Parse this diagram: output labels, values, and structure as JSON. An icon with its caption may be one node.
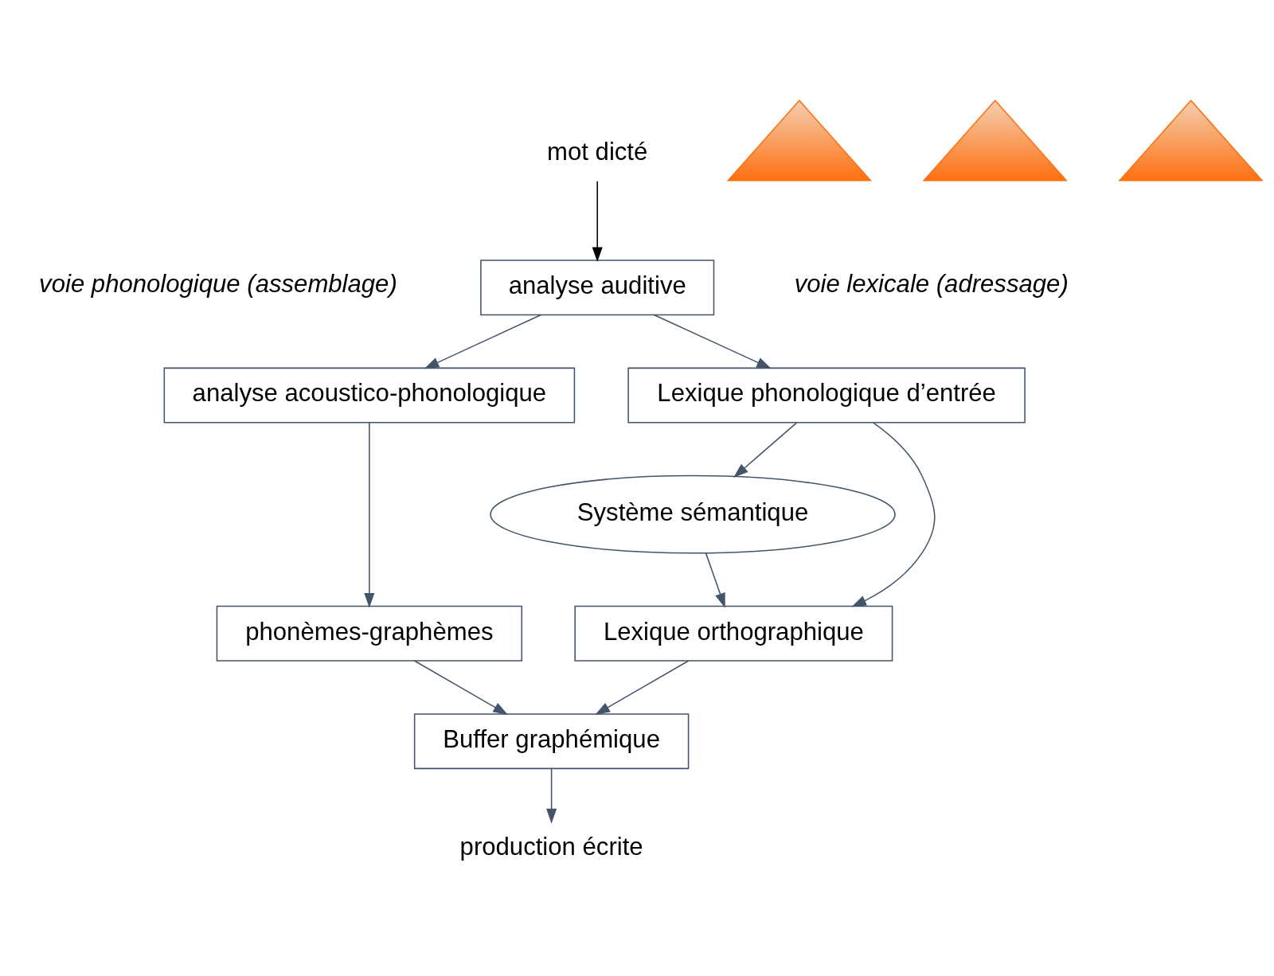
{
  "diagram": {
    "nodes": [
      {
        "text": [
          "mot dicté"
        ]
      },
      {
        "text": [
          "analyse auditive"
        ]
      },
      {
        "text": [
          "analyse acoustico-phonologique"
        ]
      },
      {
        "text": [
          "Lexique phonologique d’entrée"
        ]
      },
      {
        "text": [
          "Système sémantique"
        ]
      },
      {
        "text": [
          "phonèmes-graphèmes"
        ]
      },
      {
        "text": [
          "Lexique orthographique"
        ]
      },
      {
        "text": [
          "Buffer graphémique"
        ]
      },
      {
        "text": [
          "production écrite"
        ]
      },
      {
        "text": [],
        "shape": "triangle"
      },
      {
        "text": [],
        "shape": "triangle"
      },
      {
        "text": [],
        "shape": "triangle"
      }
    ],
    "edges": [
      {
        "from": 0,
        "to": 1,
        "arrow": "to",
        "color": "#000000"
      },
      {
        "from": 1,
        "to": 2,
        "arrow": "to"
      },
      {
        "from": 1,
        "to": 3,
        "arrow": "to"
      },
      {
        "from": 2,
        "to": 5,
        "arrow": "to"
      },
      {
        "from": 3,
        "to": 4,
        "arrow": "to"
      },
      {
        "from": 3,
        "to": 6,
        "arrow": "to"
      },
      {
        "from": 4,
        "to": 6,
        "arrow": "to"
      },
      {
        "from": 5,
        "to": 7,
        "arrow": "to"
      },
      {
        "from": 6,
        "to": 7,
        "arrow": "to"
      },
      {
        "from": 7,
        "to": 8,
        "arrow": "to"
      }
    ],
    "labels": [
      "voie phonologique (assemblage)",
      "voie lexicale (adressage)"
    ]
  }
}
